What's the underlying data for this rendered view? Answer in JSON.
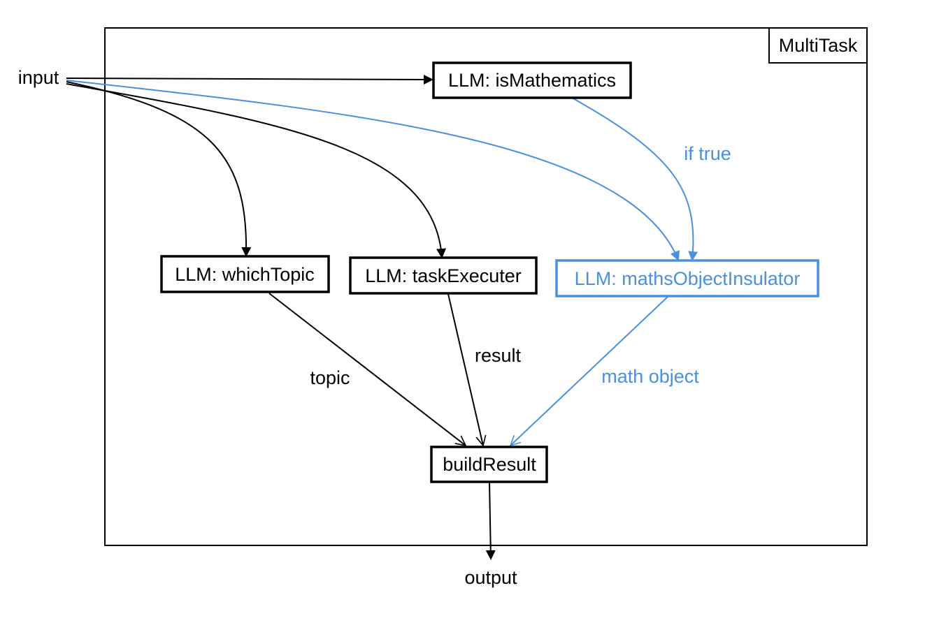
{
  "colors": {
    "primary": "#000000",
    "accent": "#4A90E2",
    "background": "#ffffff"
  },
  "container": {
    "label": "MultiTask"
  },
  "nodes": {
    "input": "input",
    "is_mathematics": "LLM: isMathematics",
    "which_topic": "LLM: whichTopic",
    "task_executer": "LLM: taskExecuter",
    "maths_object_insulator": "LLM: mathsObjectInsulator",
    "build_result": "buildResult",
    "output": "output"
  },
  "edge_labels": {
    "if_true": "if true",
    "topic": "topic",
    "result": "result",
    "math_object": "math object"
  }
}
